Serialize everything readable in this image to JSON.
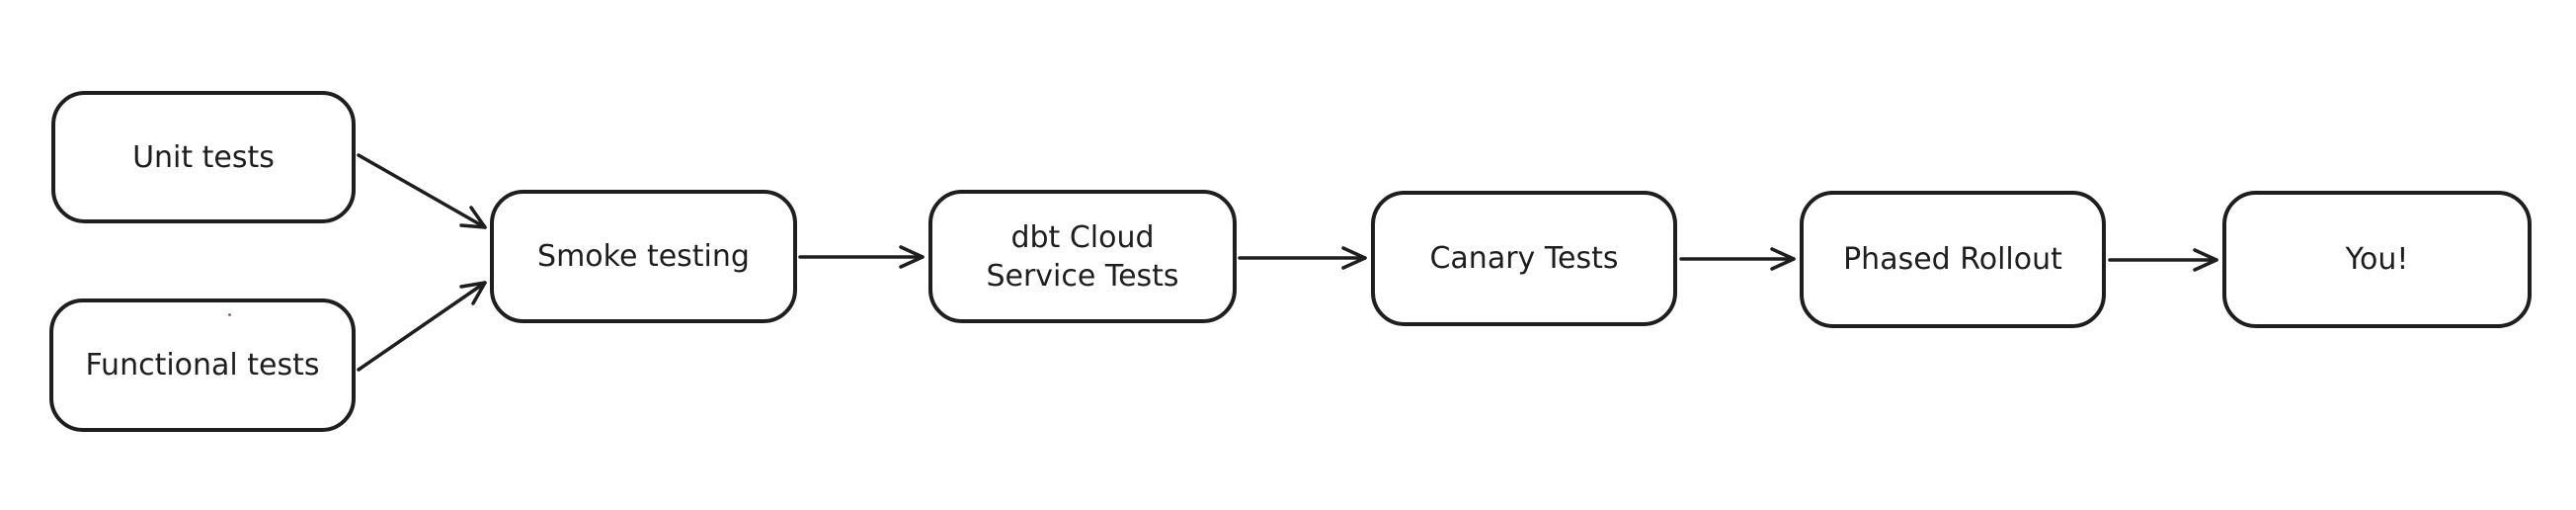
{
  "diagram": {
    "background_color": "#ffffff",
    "stroke_color": "#1e1e1e",
    "style": "hand-drawn flowchart",
    "nodes": [
      {
        "id": "unit-tests",
        "label": "Unit tests"
      },
      {
        "id": "functional-tests",
        "label": "Functional tests"
      },
      {
        "id": "smoke-testing",
        "label": "Smoke testing"
      },
      {
        "id": "dbt-cloud-service-tests",
        "label": "dbt Cloud\nService Tests"
      },
      {
        "id": "canary-tests",
        "label": "Canary Tests"
      },
      {
        "id": "phased-rollout",
        "label": "Phased Rollout"
      },
      {
        "id": "you",
        "label": "You!"
      }
    ],
    "edges": [
      {
        "from": "unit-tests",
        "to": "smoke-testing"
      },
      {
        "from": "functional-tests",
        "to": "smoke-testing"
      },
      {
        "from": "smoke-testing",
        "to": "dbt-cloud-service-tests"
      },
      {
        "from": "dbt-cloud-service-tests",
        "to": "canary-tests"
      },
      {
        "from": "canary-tests",
        "to": "phased-rollout"
      },
      {
        "from": "phased-rollout",
        "to": "you"
      }
    ]
  }
}
